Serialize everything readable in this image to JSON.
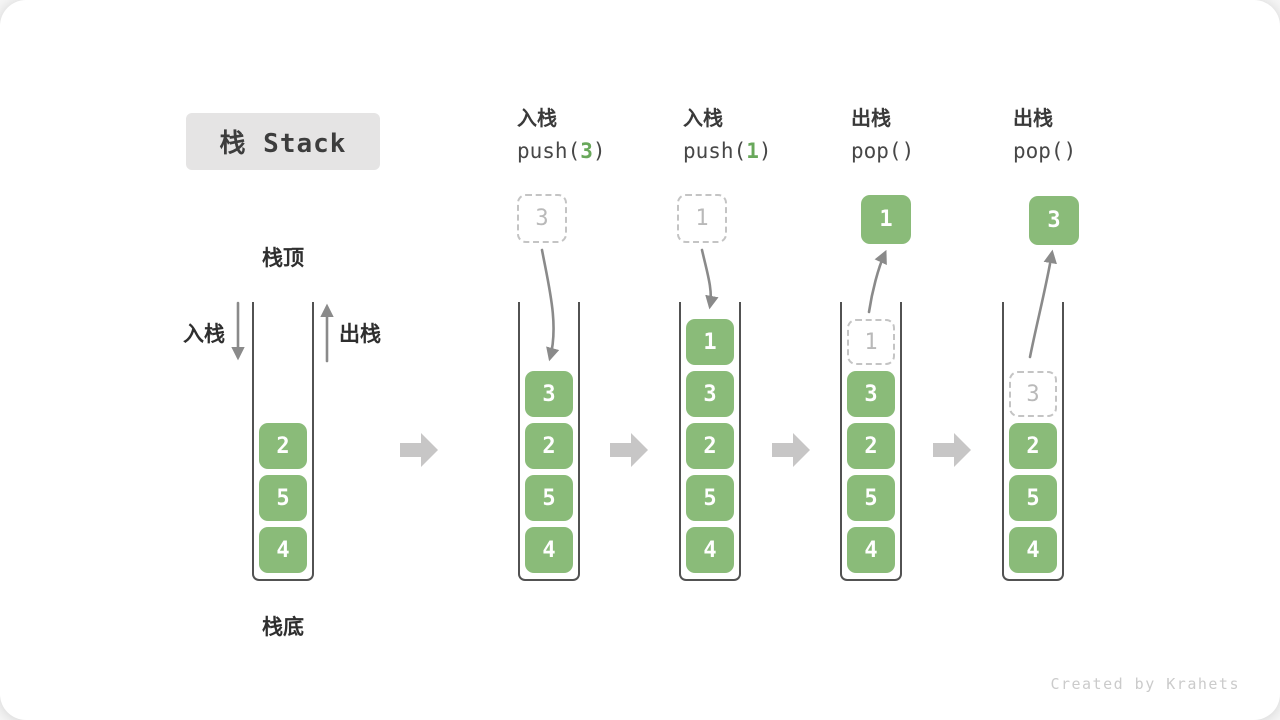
{
  "page": {
    "watermark": "Created by Krahets"
  },
  "legend": {
    "title": "栈 Stack"
  },
  "labels": {
    "stack_top": "栈顶",
    "stack_bottom": "栈底",
    "push_side": "入栈",
    "pop_side": "出栈"
  },
  "colors": {
    "cell_green": "#8abb79",
    "arg_green": "#69a85b",
    "arrow_gray": "#8a8a8a",
    "block_arrow_gray": "#c7c6c6",
    "badge_bg": "#e5e4e4"
  },
  "columns": [
    {
      "name": "initial-stack",
      "cells": [
        "2",
        "5",
        "4"
      ]
    },
    {
      "name": "push-3",
      "op_label": "入栈",
      "code_pre": "push(",
      "code_arg": "3",
      "code_post": ")",
      "floating": "3",
      "cells": [
        "3",
        "2",
        "5",
        "4"
      ]
    },
    {
      "name": "push-1",
      "op_label": "入栈",
      "code_pre": "push(",
      "code_arg": "1",
      "code_post": ")",
      "floating": "1",
      "cells": [
        "1",
        "3",
        "2",
        "5",
        "4"
      ]
    },
    {
      "name": "pop-1",
      "op_label": "出栈",
      "code_pre": "pop(",
      "code_arg": "",
      "code_post": ")",
      "floating": "1",
      "ghost": "1",
      "cells": [
        "3",
        "2",
        "5",
        "4"
      ]
    },
    {
      "name": "pop-3",
      "op_label": "出栈",
      "code_pre": "pop(",
      "code_arg": "",
      "code_post": ")",
      "floating": "3",
      "ghost": "3",
      "cells": [
        "2",
        "5",
        "4"
      ]
    }
  ]
}
